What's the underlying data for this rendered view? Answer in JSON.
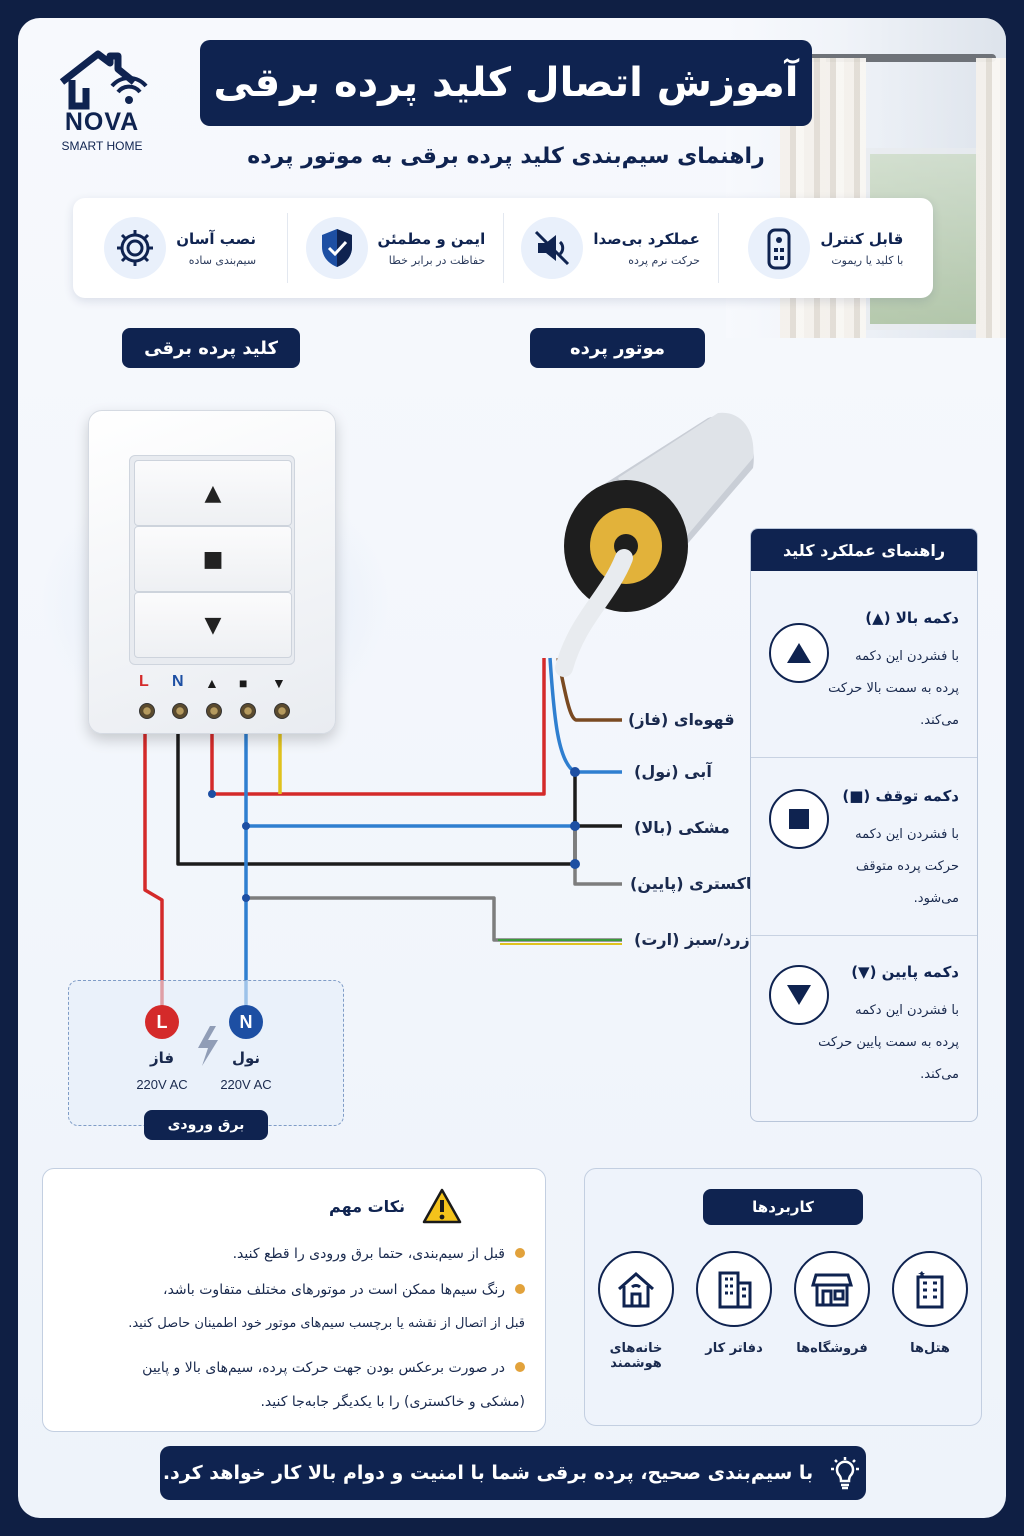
{
  "brand": {
    "name": "NOVA",
    "tagline": "SMART HOME"
  },
  "header": {
    "title": "آموزش اتصال کلید پرده برقی",
    "subtitle": "راهنمای سیم‌بندی کلید پرده برقی به موتور پرده"
  },
  "features": [
    {
      "icon": "remote-icon",
      "title": "قابل کنترل",
      "desc": "با کلید یا ریموت"
    },
    {
      "icon": "mute-speaker-icon",
      "title": "عملکرد بی‌صدا",
      "desc": "حرکت نرم پرده"
    },
    {
      "icon": "shield-check-icon",
      "title": "ایمن و مطمئن",
      "desc": "حفاظت در برابر خطا"
    },
    {
      "icon": "gear-icon",
      "title": "نصب آسان",
      "desc": "سیم‌بندی ساده"
    }
  ],
  "sections": {
    "switch_label": "کلید پرده برقی",
    "motor_label": "موتور پرده"
  },
  "switch": {
    "buttons": [
      "▲",
      "■",
      "▼"
    ],
    "terminals": [
      "L",
      "N",
      "▲",
      "■",
      "▼"
    ]
  },
  "motor_wires": [
    {
      "label": "قهوه‌ای (فاز)",
      "color": "#7a4a22"
    },
    {
      "label": "آبی (نول)",
      "color": "#2f7fd0"
    },
    {
      "label": "مشکی (بالا)",
      "color": "#1c1c1c"
    },
    {
      "label": "خاکستری (پایین)",
      "color": "#7d7d7d"
    },
    {
      "label": "زرد/سبز (ارت)",
      "color": "#c7b21a"
    }
  ],
  "wire_colors": {
    "phase": "#d42a2a",
    "neutral": "#2f7fd0",
    "black": "#1c1c1c",
    "gray": "#7d7d7d",
    "yellow": "#e0c21e",
    "green": "#3a9a3a"
  },
  "guide": {
    "title": "راهنمای عملکرد کلید",
    "items": [
      {
        "icon": "arrow-up-icon",
        "title": "دکمه بالا (▲)",
        "lines": [
          "با فشردن این دکمه",
          "پرده به سمت بالا حرکت",
          "می‌کند."
        ]
      },
      {
        "icon": "stop-icon",
        "title": "دکمه توقف (■)",
        "lines": [
          "با فشردن این دکمه",
          "حرکت پرده متوقف",
          "می‌شود."
        ]
      },
      {
        "icon": "arrow-down-icon",
        "title": "دکمه پایین (▼)",
        "lines": [
          "با فشردن این دکمه",
          "پرده به سمت پایین حرکت",
          "می‌کند."
        ]
      }
    ]
  },
  "power": {
    "label": "برق ورودی",
    "phase": {
      "symbol": "L",
      "name": "فاز",
      "voltage": "220V AC",
      "color": "#d42a2a"
    },
    "neutral": {
      "symbol": "N",
      "name": "نول",
      "voltage": "220V AC",
      "color": "#1d4fa3"
    }
  },
  "notes": {
    "title": "نکات مهم",
    "items": [
      {
        "lines": [
          "قبل از سیم‌بندی، حتما برق ورودی را قطع کنید."
        ]
      },
      {
        "lines": [
          "رنگ سیم‌ها ممکن است در موتورهای مختلف متفاوت باشد،",
          "قبل از اتصال از نقشه یا برچسب سیم‌های موتور خود اطمینان حاصل کنید."
        ]
      },
      {
        "lines": [
          "در صورت برعکس بودن جهت حرکت پرده، سیم‌های بالا و پایین",
          "(مشکی و خاکستری) را با یکدیگر جابه‌جا کنید."
        ]
      }
    ]
  },
  "applications": {
    "title": "کاربردها",
    "items": [
      {
        "icon": "hotel-icon",
        "label": "هتل‌ها"
      },
      {
        "icon": "shop-icon",
        "label": "فروشگاه‌ها"
      },
      {
        "icon": "office-icon",
        "label": "دفاتر کار"
      },
      {
        "icon": "smart-home-icon",
        "label": "خانه‌های هوشمند"
      }
    ]
  },
  "footer": {
    "text": "با سیم‌بندی صحیح، پرده برقی شما با امنیت و دوام بالا کار خواهد کرد."
  }
}
